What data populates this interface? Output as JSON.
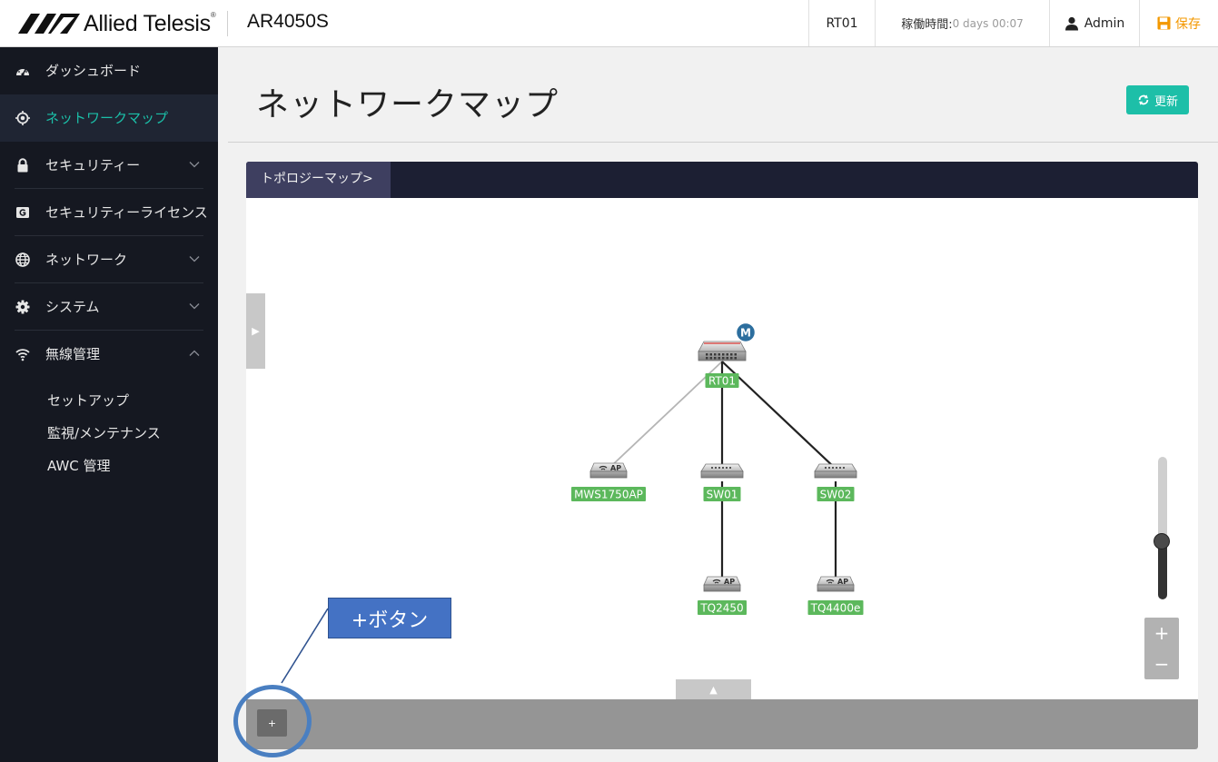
{
  "header": {
    "brand": "Allied Telesis",
    "brand_reg": "®",
    "model": "AR4050S",
    "hostname": "RT01",
    "uptime_label": "稼働時間:",
    "uptime_value": "0 days 00:07",
    "user": "Admin",
    "save_label": "保存",
    "colors": {
      "save": "#f39800"
    }
  },
  "sidebar": {
    "items": [
      {
        "label": "ダッシュボード",
        "icon": "dashboard-icon"
      },
      {
        "label": "ネットワークマップ",
        "icon": "target-icon",
        "active": true
      },
      {
        "label": "セキュリティー",
        "icon": "lock-icon",
        "chevron": "down"
      },
      {
        "label": "セキュリティーライセンス",
        "icon": "license-icon"
      },
      {
        "label": "ネットワーク",
        "icon": "globe-icon",
        "chevron": "down"
      },
      {
        "label": "システム",
        "icon": "gear-icon",
        "chevron": "down"
      },
      {
        "label": "無線管理",
        "icon": "wifi-icon",
        "chevron": "up"
      }
    ],
    "subitems": [
      "セットアップ",
      "監視/メンテナンス",
      "AWC 管理"
    ],
    "colors": {
      "background": "#151821",
      "active_text": "#1bbfa8"
    }
  },
  "page": {
    "title": "ネットワークマップ",
    "refresh_label": "更新",
    "colors": {
      "refresh": "#1dbfa8"
    }
  },
  "topology": {
    "tab_label": "トポロジーマップ>",
    "side_toggle_glyph": "▶",
    "bottom_toggle_glyph": "▲",
    "plus_glyph": "+",
    "zoom_in_glyph": "+",
    "zoom_out_glyph": "−",
    "zoom_level": 0.56,
    "root_badge": "M",
    "nodes": [
      {
        "label": "RT01",
        "type": "router",
        "icon": "router-icon"
      },
      {
        "label": "MWS1750AP",
        "type": "ap",
        "icon": "access-point-icon"
      },
      {
        "label": "SW01",
        "type": "switch",
        "icon": "switch-icon"
      },
      {
        "label": "SW02",
        "type": "switch",
        "icon": "switch-icon"
      },
      {
        "label": "TQ2450",
        "type": "ap",
        "icon": "access-point-icon"
      },
      {
        "label": "TQ4400e",
        "type": "ap",
        "icon": "access-point-icon"
      }
    ],
    "links": [
      {
        "from": "RT01",
        "to": "MWS1750AP",
        "style": "wireless"
      },
      {
        "from": "RT01",
        "to": "SW01",
        "style": "wired"
      },
      {
        "from": "RT01",
        "to": "SW02",
        "style": "wired"
      },
      {
        "from": "SW01",
        "to": "TQ2450",
        "style": "wired"
      },
      {
        "from": "SW02",
        "to": "TQ4400e",
        "style": "wired"
      }
    ],
    "colors": {
      "label_bg": "#5cb85c",
      "wired_link": "#222222",
      "wireless_link": "#b5b5b5"
    }
  },
  "annotation": {
    "callout_label": "+ボタン",
    "colors": {
      "callout": "#4472c4"
    }
  }
}
